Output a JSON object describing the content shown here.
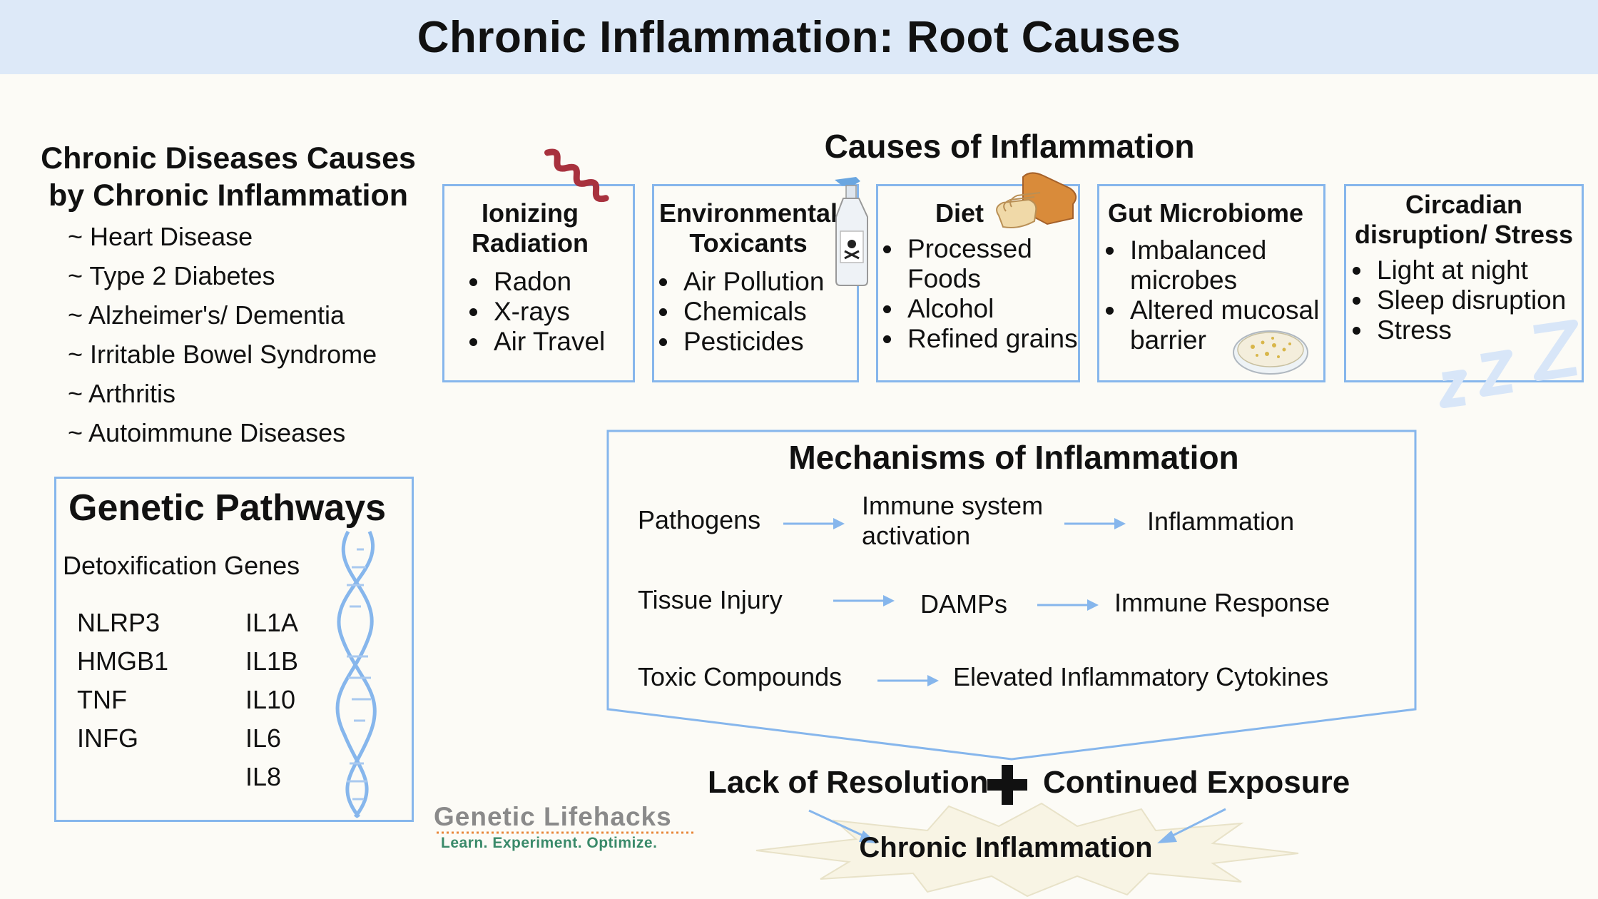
{
  "title": "Chronic Inflammation: Root Causes",
  "diseases": {
    "title_line1": "Chronic Diseases Causes",
    "title_line2": "by Chronic Inflammation",
    "items": [
      "~ Heart Disease",
      "~ Type 2 Diabetes",
      "~ Alzheimer's/ Dementia",
      "~ Irritable Bowel Syndrome",
      "~ Arthritis",
      "~ Autoimmune Diseases"
    ]
  },
  "genetic": {
    "title": "Genetic Pathways",
    "subtitle": "Detoxification Genes",
    "genes_col1": [
      "NLRP3",
      "HMGB1",
      "TNF",
      "INFG"
    ],
    "genes_col2": [
      "IL1A",
      "IL1B",
      "IL10",
      "IL6",
      "IL8"
    ]
  },
  "causes": {
    "title": "Causes of Inflammation",
    "boxes": [
      {
        "title_lines": [
          "Ionizing",
          "Radiation"
        ],
        "items": [
          "Radon",
          "X-rays",
          "Air Travel"
        ]
      },
      {
        "title_lines": [
          "Environmental",
          "Toxicants"
        ],
        "items": [
          "Air Pollution",
          "Chemicals",
          "Pesticides"
        ]
      },
      {
        "title_lines": [
          "Diet"
        ],
        "items": [
          "Processed Foods",
          "Alcohol",
          "Refined grains"
        ]
      },
      {
        "title_lines": [
          "Gut Microbiome"
        ],
        "items": [
          "Imbalanced microbes",
          "Altered mucosal barrier"
        ]
      },
      {
        "title_lines": [
          "Circadian",
          "disruption/ Stress"
        ],
        "items": [
          "Light at night",
          "Sleep disruption",
          "Stress"
        ]
      }
    ]
  },
  "mechanisms": {
    "title": "Mechanisms of Inflammation",
    "row1": [
      "Pathogens",
      "Immune system activation",
      "Inflammation"
    ],
    "row2": [
      "Tissue Injury",
      "DAMPs",
      "Immune Response"
    ],
    "row3": [
      "Toxic Compounds",
      "Elevated Inflammatory Cytokines"
    ]
  },
  "outcome": {
    "left": "Lack of Resolution",
    "right": "Continued Exposure",
    "result": "Chronic Inflammation"
  },
  "logo": {
    "name": "Genetic Lifehacks",
    "tagline": "Learn. Experiment. Optimize."
  },
  "colors": {
    "accent": "#86b6ec",
    "header_bg": "#dde9f8",
    "wave": "#a8323e",
    "logo_green": "#3a8a6a"
  }
}
